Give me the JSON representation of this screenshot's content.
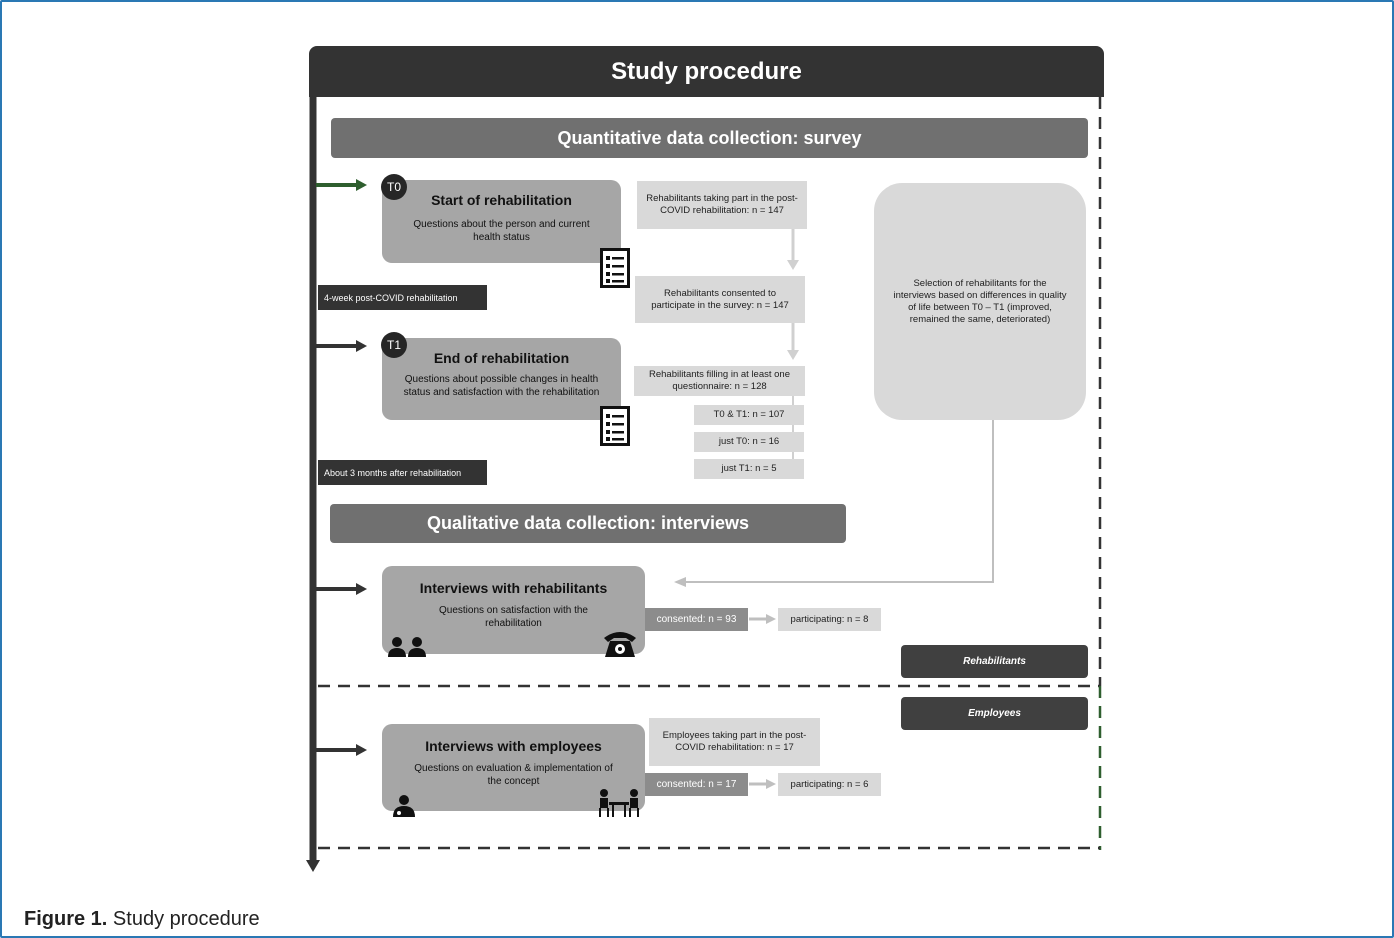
{
  "title": "Study procedure",
  "sections": {
    "quantitative": "Quantitative data collection: survey",
    "qualitative": "Qualitative data collection: interviews"
  },
  "stages": {
    "t0": {
      "badge": "T0",
      "title": "Start of rehabilitation",
      "desc": "Questions about the person and current health status",
      "icon": "questionnaire-icon"
    },
    "t1": {
      "badge": "T1",
      "title": "End of rehabilitation",
      "desc": "Questions about possible changes in health status and satisfaction with the rehabilitation",
      "icon": "questionnaire-icon"
    },
    "interviews_rehab": {
      "title": "Interviews with rehabilitants",
      "desc": "Questions on satisfaction with the rehabilitation",
      "icons": [
        "people-icon",
        "telephone-icon"
      ]
    },
    "interviews_emp": {
      "title": "Interviews with employees",
      "desc": "Questions on evaluation & implementation of the concept",
      "icons": [
        "doctor-icon",
        "meeting-icon"
      ]
    }
  },
  "periods": {
    "p1": "4-week post-COVID rehabilitation",
    "p2": "About 3 months after rehabilitation"
  },
  "flow": {
    "b1": "Rehabilitants taking part in the post-COVID rehabilitation: n = 147",
    "b2": "Rehabilitants consented to participate in the survey: n = 147",
    "b3": "Rehabilitants filling in at least one questionnaire: n = 128",
    "sub1": "T0 & T1: n = 107",
    "sub2": "just T0: n = 16",
    "sub3": "just T1: n = 5"
  },
  "selection": "Selection of rehabilitants for the interviews based on differences in quality of life between T0 – T1 (improved, remained the same, deteriorated)",
  "rehab_counts": {
    "consented": "consented: n = 93",
    "participating": "participating: n = 8"
  },
  "employee_counts": {
    "taking_part": "Employees taking part in the post-COVID rehabilitation: n = 17",
    "consented": "consented: n = 17",
    "participating": "participating: n = 6"
  },
  "groups": {
    "rehabilitants": "Rehabilitants",
    "employees": "Employees"
  },
  "caption": {
    "label": "Figure 1.",
    "text": "Study procedure"
  },
  "colors": {
    "frame": "#2a78b4",
    "dark": "#333333",
    "dashed_dark": "#333333",
    "dashed_green": "#2e5e2e",
    "arrow_green": "#2e5e2e"
  }
}
